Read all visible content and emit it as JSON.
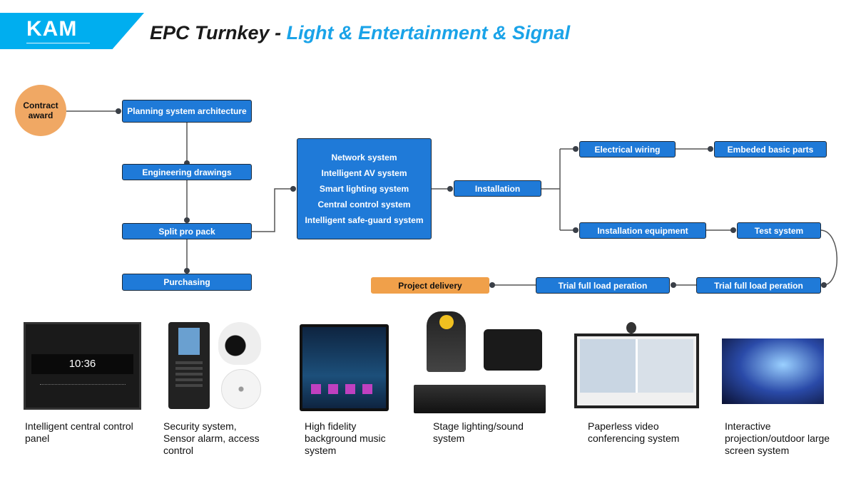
{
  "header": {
    "logo": "KAM",
    "title_main": "EPC Turnkey - ",
    "title_highlight": "Light & Entertainment & Signal",
    "brand_color": "#00aeef",
    "accent_color": "#1aa3e8"
  },
  "flow": {
    "start": "Contract award",
    "planning": "Planning system architecture",
    "engineering": "Engineering drawings",
    "split": "Split pro pack",
    "purchasing": "Purchasing",
    "systems": [
      "Network system",
      "Intelligent AV system",
      "Smart lighting system",
      "Central control system",
      "Intelligent safe-guard system"
    ],
    "installation": "Installation",
    "electrical": "Electrical wiring",
    "embedded": "Embeded basic parts",
    "install_equipment": "Installation equipment",
    "test": "Test  system",
    "trial_1": "Trial full load peration",
    "trial_2": "Trial full load peration",
    "delivery": "Project delivery",
    "node_color": "#1f7ad8",
    "milestone_color": "#f0a04a"
  },
  "products": [
    {
      "caption": "Intelligent central control panel",
      "screen_time": "10:36"
    },
    {
      "caption": "Security system, Sensor alarm, access control"
    },
    {
      "caption": "High fidelity background music system"
    },
    {
      "caption": "Stage lighting/sound system"
    },
    {
      "caption": "Paperless video conferencing system"
    },
    {
      "caption": "Interactive projection/outdoor large screen system"
    }
  ]
}
